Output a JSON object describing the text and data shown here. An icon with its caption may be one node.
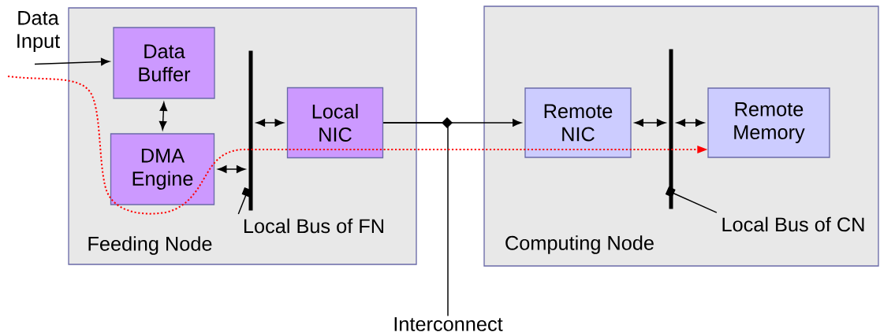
{
  "diagram": {
    "nodes": [
      {
        "text": [
          "Feeding Node"
        ]
      },
      {
        "text": [
          "Data Buffer"
        ],
        "in": 0
      },
      {
        "text": [
          "DMA Engine"
        ],
        "in": 0
      },
      {
        "text": [
          "Local NIC"
        ],
        "in": 0
      },
      {
        "text": [],
        "shape": "bar",
        "in": 0
      },
      {
        "text": [
          "Local Bus of FN"
        ],
        "in": 0
      },
      {
        "text": [
          "Computing Node"
        ]
      },
      {
        "text": [
          "Remote NIC"
        ],
        "in": 6
      },
      {
        "text": [
          "Remote Memory"
        ],
        "in": 6
      },
      {
        "text": [],
        "shape": "bar",
        "in": 6
      },
      {
        "text": [
          "Local Bus of CN"
        ],
        "in": 6
      },
      {
        "text": [
          "Data Input"
        ]
      },
      {
        "text": [
          "Interconnect"
        ]
      }
    ],
    "edges": [
      {
        "from": 11,
        "to": 1,
        "arrow": "to"
      },
      {
        "from": 1,
        "to": 2,
        "arrow": "both"
      },
      {
        "from": 2,
        "to": 4,
        "arrow": "both"
      },
      {
        "from": 4,
        "to": 3,
        "arrow": "both"
      },
      {
        "from": 3,
        "to": 7,
        "arrow": "to"
      },
      {
        "from": 3,
        "to": 12,
        "arrow": "none"
      },
      {
        "from": 7,
        "to": 9,
        "arrow": "both"
      },
      {
        "from": 9,
        "to": 8,
        "arrow": "both"
      },
      {
        "from": 5,
        "to": 4,
        "arrow": "other"
      },
      {
        "from": 10,
        "to": 9,
        "arrow": "other"
      },
      {
        "from": null,
        "to": 8,
        "arrow": "to",
        "style": "dashed",
        "color": "#ff0000"
      }
    ]
  }
}
